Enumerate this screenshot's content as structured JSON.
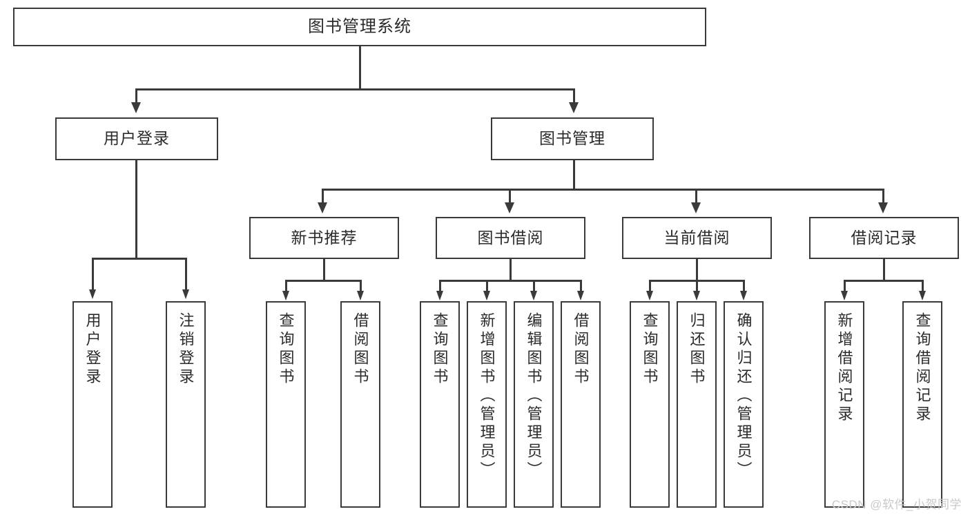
{
  "diagram": {
    "title": "图书管理系统",
    "type": "hierarchy-tree",
    "levels": 4,
    "root": {
      "label": "图书管理系统"
    },
    "level2": [
      {
        "label": "用户登录"
      },
      {
        "label": "图书管理"
      }
    ],
    "level3": [
      {
        "label": "新书推荐"
      },
      {
        "label": "图书借阅"
      },
      {
        "label": "当前借阅"
      },
      {
        "label": "借阅记录"
      }
    ],
    "leaves": {
      "user_login": [
        {
          "label": "用户登录"
        },
        {
          "label": "注销登录"
        }
      ],
      "new_book_recommend": [
        {
          "label": "查询图书"
        },
        {
          "label": "借阅图书"
        }
      ],
      "book_borrow": [
        {
          "label": "查询图书"
        },
        {
          "label": "新增图书（管理员）"
        },
        {
          "label": "编辑图书（管理员）"
        },
        {
          "label": "借阅图书"
        }
      ],
      "current_borrow": [
        {
          "label": "查询图书"
        },
        {
          "label": "归还图书"
        },
        {
          "label": "确认归还（管理员）"
        }
      ],
      "borrow_record": [
        {
          "label": "新增借阅记录"
        },
        {
          "label": "查询借阅记录"
        }
      ]
    }
  },
  "watermark": {
    "text": "CSDN @软件_小贺同学"
  },
  "colors": {
    "stroke": "#3a3a3a",
    "text": "#2b2b2b",
    "background": "#ffffff",
    "watermark": "#c9c9c9"
  }
}
